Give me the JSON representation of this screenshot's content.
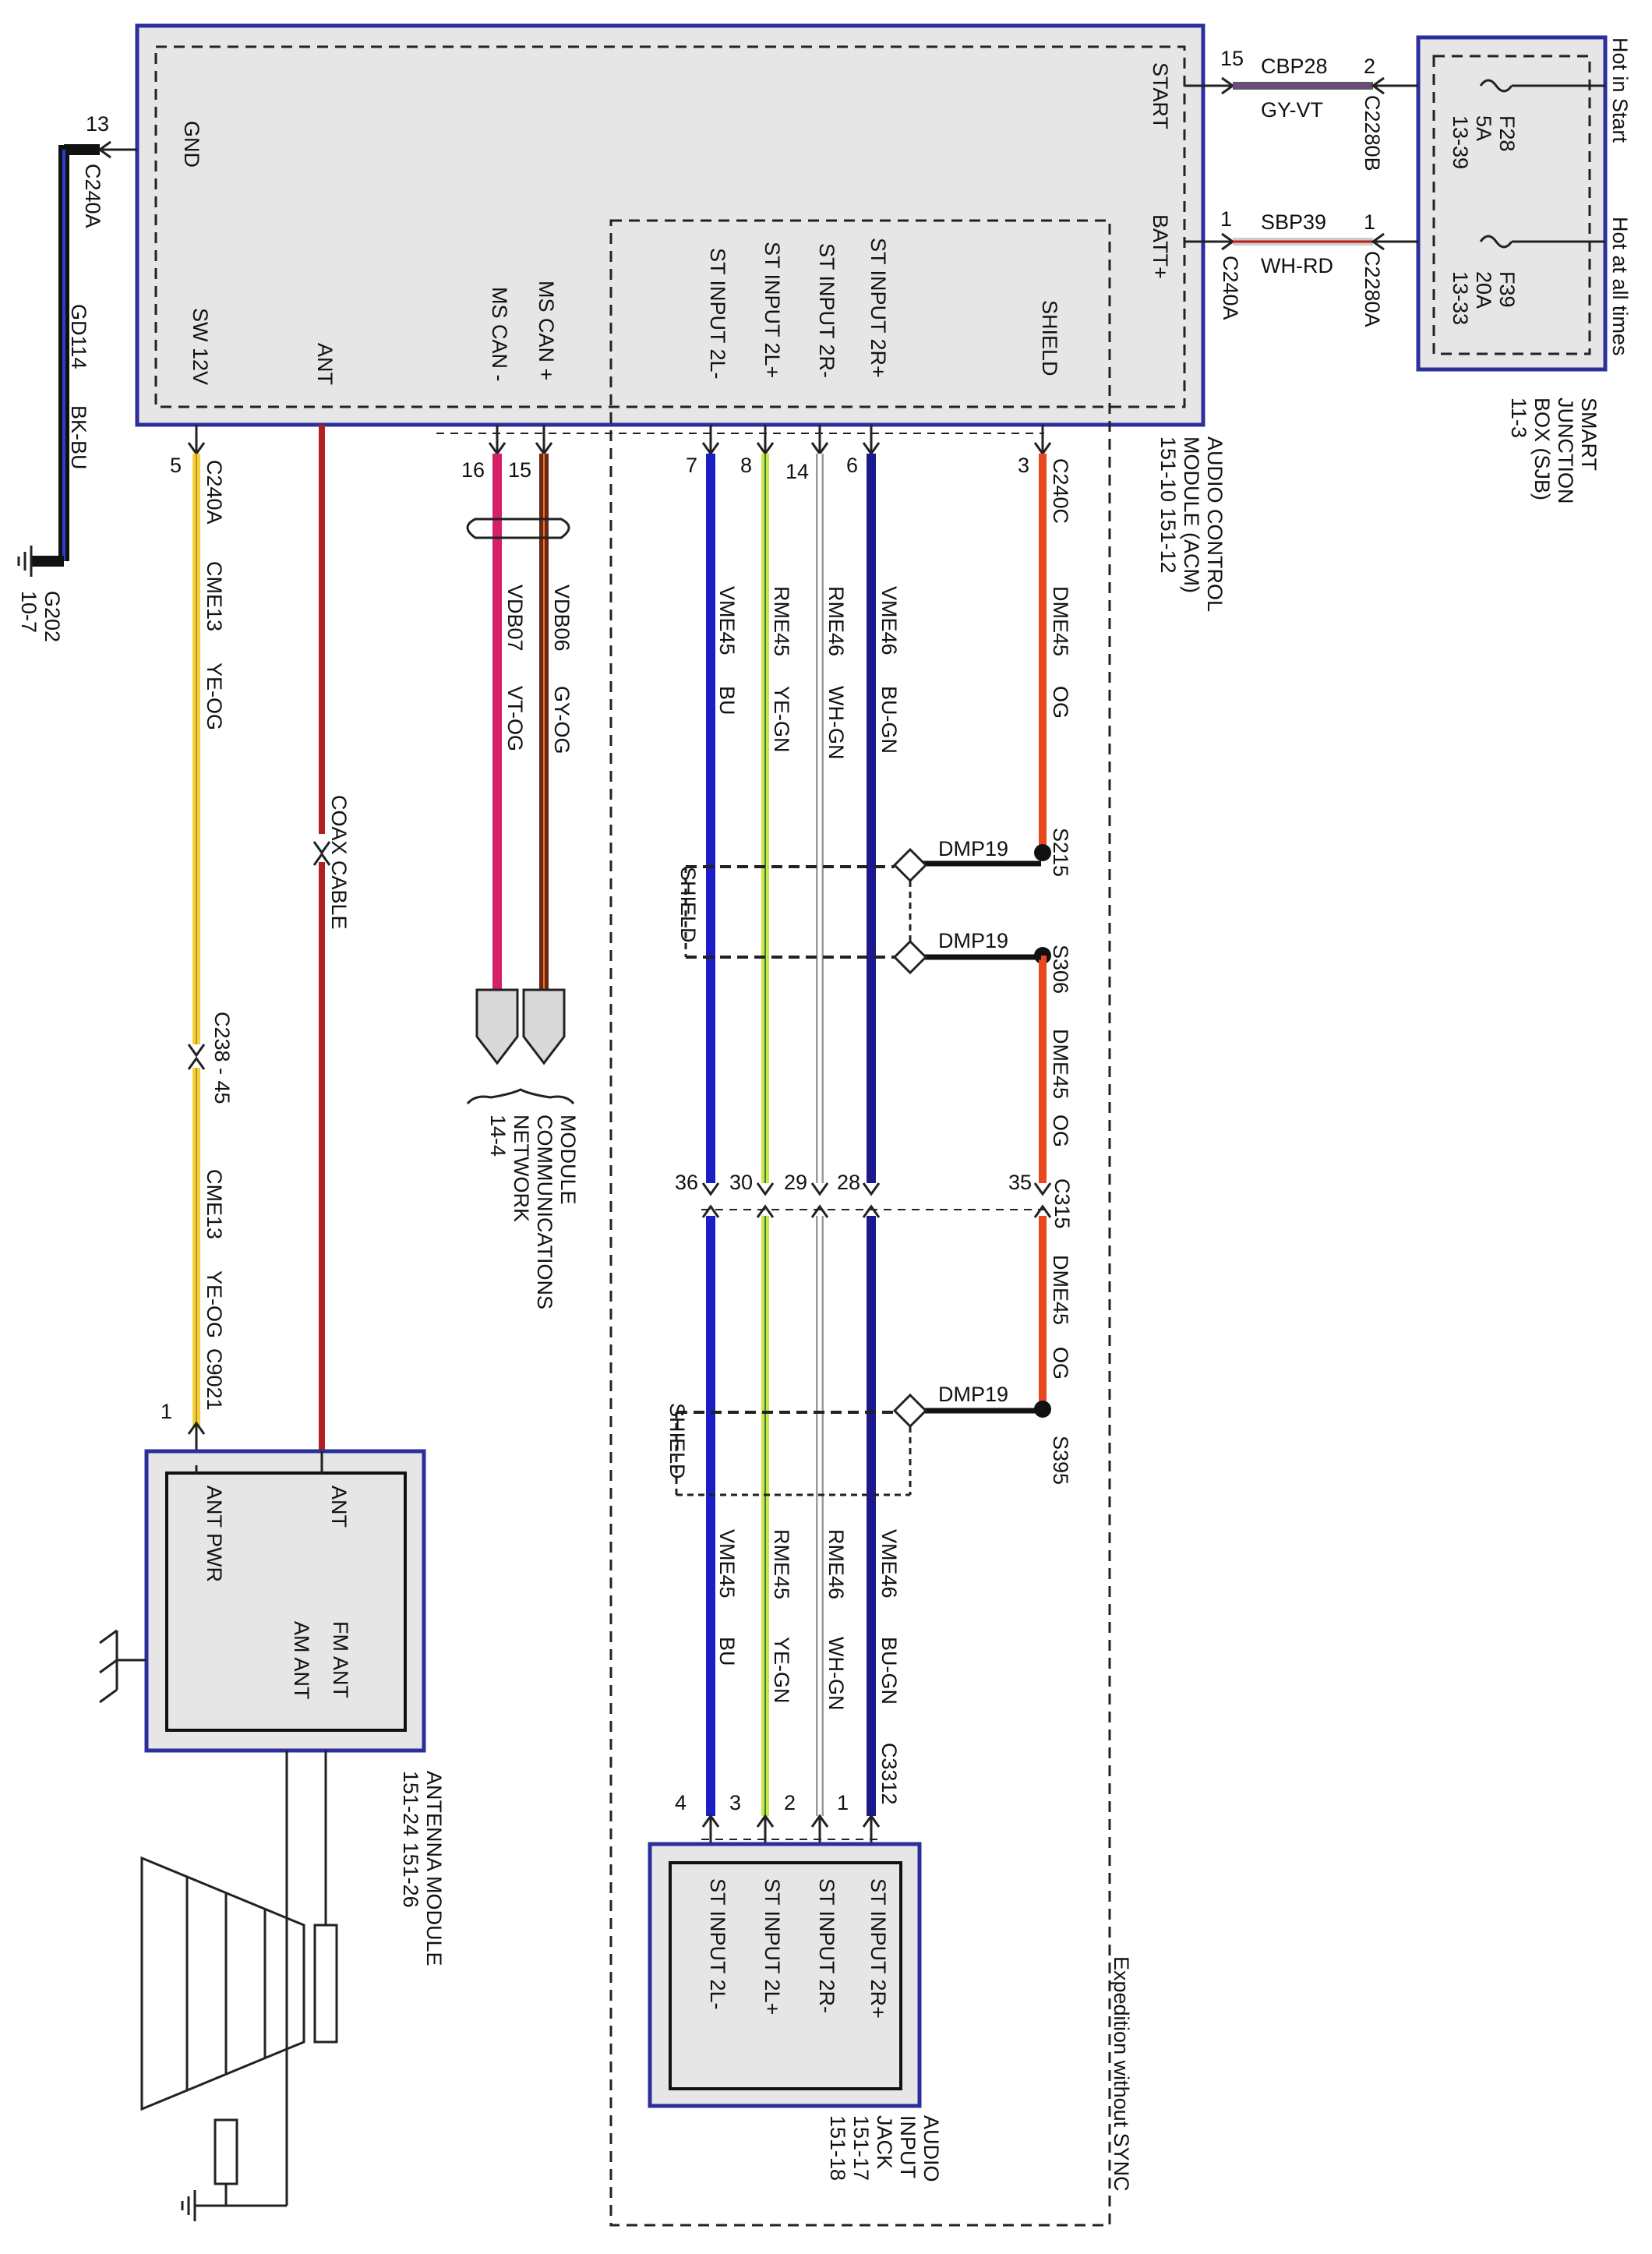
{
  "colors": {
    "module_fill": "#e6e6e6",
    "module_border": "#2a2f9a",
    "orange": "#e8491f",
    "blue": "#1d1dc8",
    "navy": "#1a1a8c",
    "yellow": "#e8d63a",
    "yellow_green": "#cfe24a",
    "gray": "#9a9a9a",
    "red": "#b21f1f",
    "magenta": "#d6206a",
    "brown": "#6b2618",
    "black": "#111111"
  },
  "sjb": {
    "label": [
      "SMART",
      "JUNCTION",
      "BOX (SJB)",
      "11-3"
    ],
    "hot_in_start": "Hot in Start",
    "hot_at_all_times": "Hot at all times",
    "fuse1": [
      "F28",
      "5A",
      "13-39"
    ],
    "fuse2": [
      "F39",
      "20A",
      "13-33"
    ]
  },
  "acm": {
    "label": [
      "AUDIO CONTROL",
      "MODULE (ACM)",
      "151-10    151-12"
    ],
    "pins": {
      "start": "START",
      "batt": "BATT+",
      "gnd": "GND",
      "sw12v": "SW 12V",
      "ant": "ANT",
      "ms_can_minus": "MS CAN -",
      "ms_can_plus": "MS CAN +",
      "st_2l_minus": "ST INPUT 2L-",
      "st_2l_plus": "ST INPUT 2L+",
      "st_2r_minus": "ST INPUT 2R-",
      "st_2r_plus": "ST INPUT 2R+",
      "shield": "SHIELD"
    }
  },
  "connectors": {
    "c2280b": "C2280B",
    "c2280a": "C2280A",
    "c240a": "C240A",
    "c240c": "C240C",
    "c238": "C238 - 45",
    "c9021": "C9021",
    "c315": "C315",
    "c3312": "C3312"
  },
  "circuits": {
    "cbp28": "CBP28",
    "gy_vt": "GY-VT",
    "sbp39": "SBP39",
    "wh_rd": "WH-RD",
    "gd114": "GD114",
    "bk_bu": "BK-BU",
    "cme13": "CME13",
    "ye_og": "YE-OG",
    "coax": "COAX CABLE",
    "vdb07": "VDB07",
    "vt_og": "VT-OG",
    "vdb06": "VDB06",
    "gy_og": "GY-OG",
    "vme45": "VME45",
    "bu": "BU",
    "rme45": "RME45",
    "ye_gn": "YE-GN",
    "rme46": "RME46",
    "wh_gn": "WH-GN",
    "vme46": "VME46",
    "bu_gn": "BU-GN",
    "dme45": "DME45",
    "og": "OG",
    "dmp19": "DMP19"
  },
  "splices": {
    "s215": "S215",
    "s306": "S306",
    "s395": "S395"
  },
  "shield_label": "SHIELD",
  "ground": {
    "g202": "G202",
    "ref": "10-7"
  },
  "mcn": [
    "MODULE",
    "COMMUNICATIONS",
    "NETWORK",
    "14-4"
  ],
  "antenna": {
    "label": [
      "ANTENNA MODULE",
      "151-24   151-26"
    ],
    "ant": "ANT",
    "ant_pwr": "ANT PWR",
    "fm_ant": "FM ANT",
    "am_ant": "AM ANT"
  },
  "jack": {
    "label": [
      "AUDIO",
      "INPUT",
      "JACK",
      "151-17",
      "151-18"
    ],
    "p1": "ST INPUT 2R+",
    "p2": "ST INPUT 2R-",
    "p3": "ST INPUT 2L+",
    "p4": "ST INPUT 2L-"
  },
  "expedition_note": "Expedition without SYNC",
  "pins": {
    "p15": "15",
    "p2": "2",
    "p1a": "1",
    "p1b": "1",
    "p13": "13",
    "p5": "5",
    "p16": "16",
    "p15b": "15",
    "p7": "7",
    "p8": "8",
    "p14": "14",
    "p6": "6",
    "p3": "3",
    "p36": "36",
    "p30": "30",
    "p29": "29",
    "p28": "28",
    "p35": "35",
    "p1c": "1",
    "j4": "4",
    "j3": "3",
    "j2": "2",
    "j1": "1"
  }
}
